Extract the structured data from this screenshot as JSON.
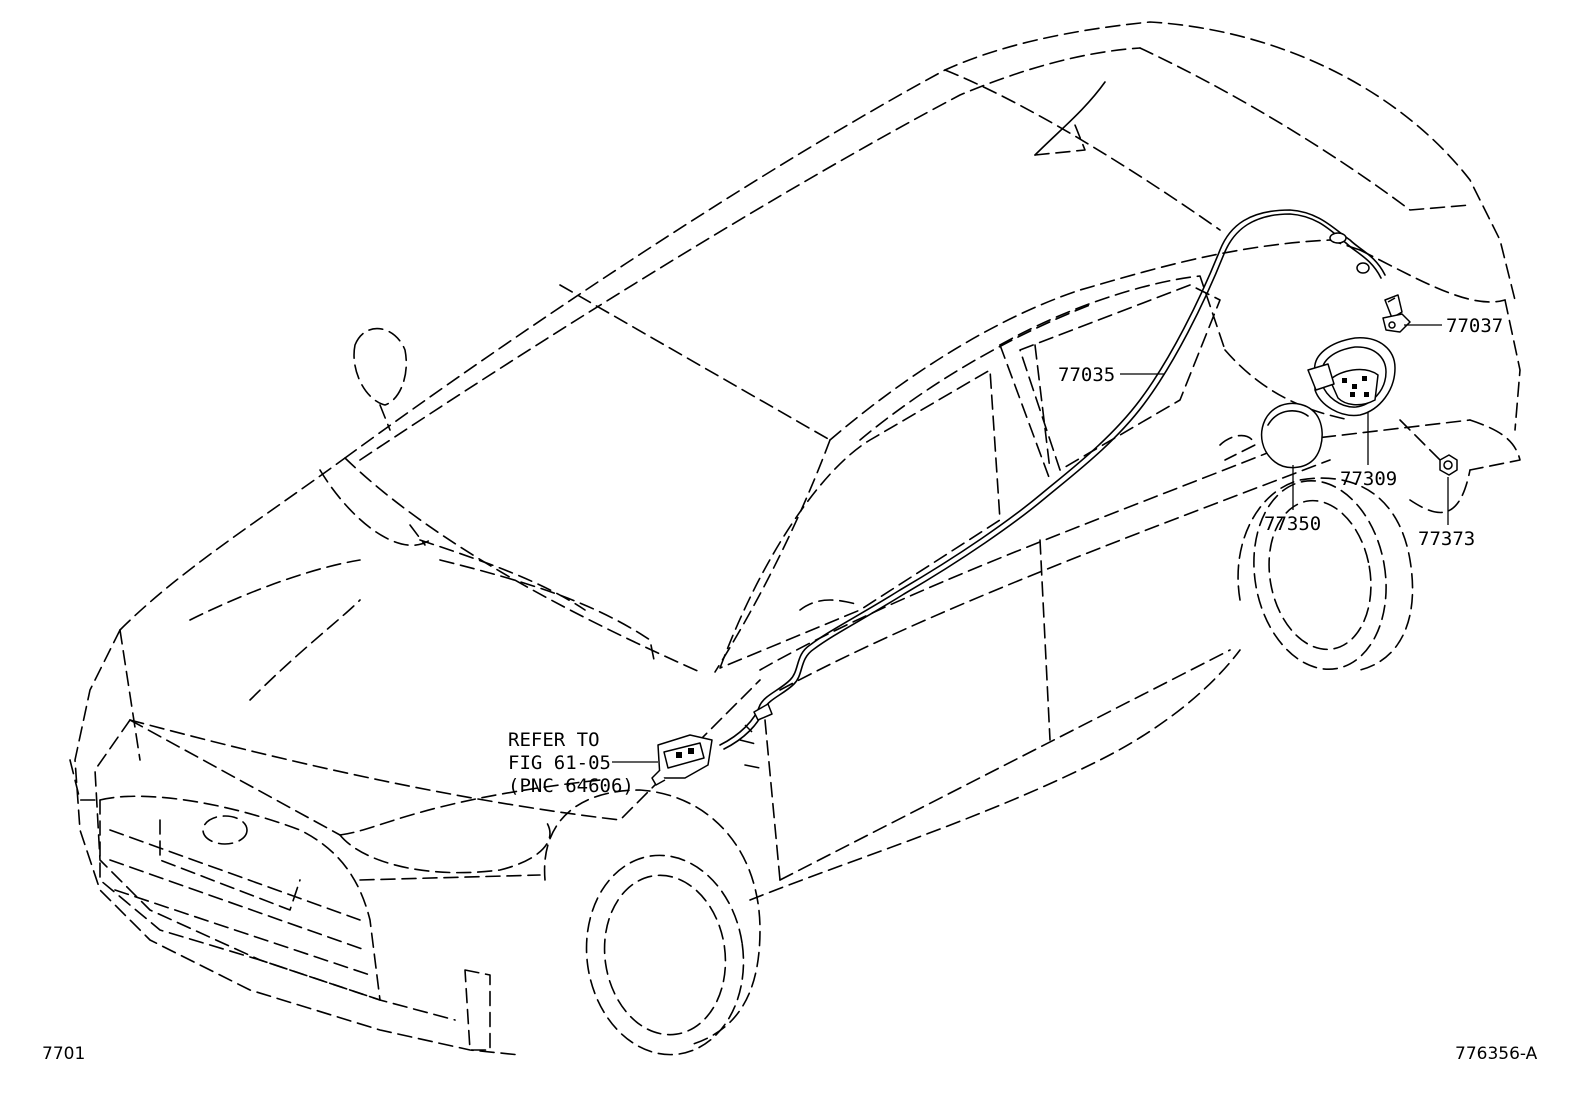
{
  "callouts": {
    "p77037": "77037",
    "p77035": "77035",
    "p77309": "77309",
    "p77350": "77350",
    "p77373": "77373",
    "refer_line1": "REFER TO",
    "refer_line2": "FIG 61-05",
    "refer_line3": "(PNC 64606)"
  },
  "footer": {
    "figure_id": "7701",
    "drawing_id": "776356-A"
  }
}
